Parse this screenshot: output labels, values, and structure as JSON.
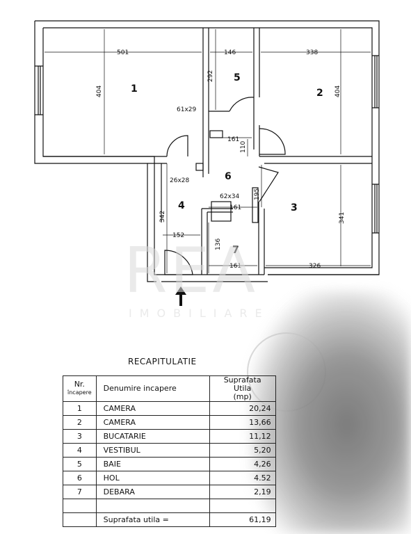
{
  "plan": {
    "dimensions": {
      "d501": "501",
      "d404a": "404",
      "d146": "146",
      "d292": "292",
      "d338": "338",
      "d404b": "404",
      "d61x29": "61x29",
      "d161a": "161",
      "d110": "110",
      "d26x28": "26x28",
      "d62x34": "62x34",
      "d161b": "161",
      "d195": "195",
      "d342": "342",
      "d152": "152",
      "d136": "136",
      "d161c": "161",
      "d326": "326",
      "d341": "341"
    },
    "rooms": {
      "r1": "1",
      "r2": "2",
      "r3": "3",
      "r4": "4",
      "r5": "5",
      "r6": "6",
      "r7": "7"
    },
    "watermark": {
      "logo": "REA",
      "sub": "IMOBILIARE"
    }
  },
  "recap": {
    "title": "RECAPITULATIE",
    "headers": {
      "nr_line1": "Nr.",
      "nr_line2": "încapere",
      "name": "Denumire incapere",
      "area_line1": "Suprafata Utila",
      "area_line2": "(mp)"
    },
    "rows": [
      {
        "nr": "1",
        "name": "CAMERA",
        "area": "20,24"
      },
      {
        "nr": "2",
        "name": "CAMERA",
        "area": "13,66"
      },
      {
        "nr": "3",
        "name": "BUCATARIE",
        "area": "11,12"
      },
      {
        "nr": "4",
        "name": "VESTIBUL",
        "area": "5,20"
      },
      {
        "nr": "5",
        "name": "BAIE",
        "area": "4,26"
      },
      {
        "nr": "6",
        "name": "HOL",
        "area": "4.52"
      },
      {
        "nr": "7",
        "name": "DEBARA",
        "area": "2,19"
      },
      {
        "nr": "",
        "name": "",
        "area": ""
      }
    ],
    "total_label": "Suprafata utila =",
    "total_value": "61,19"
  }
}
